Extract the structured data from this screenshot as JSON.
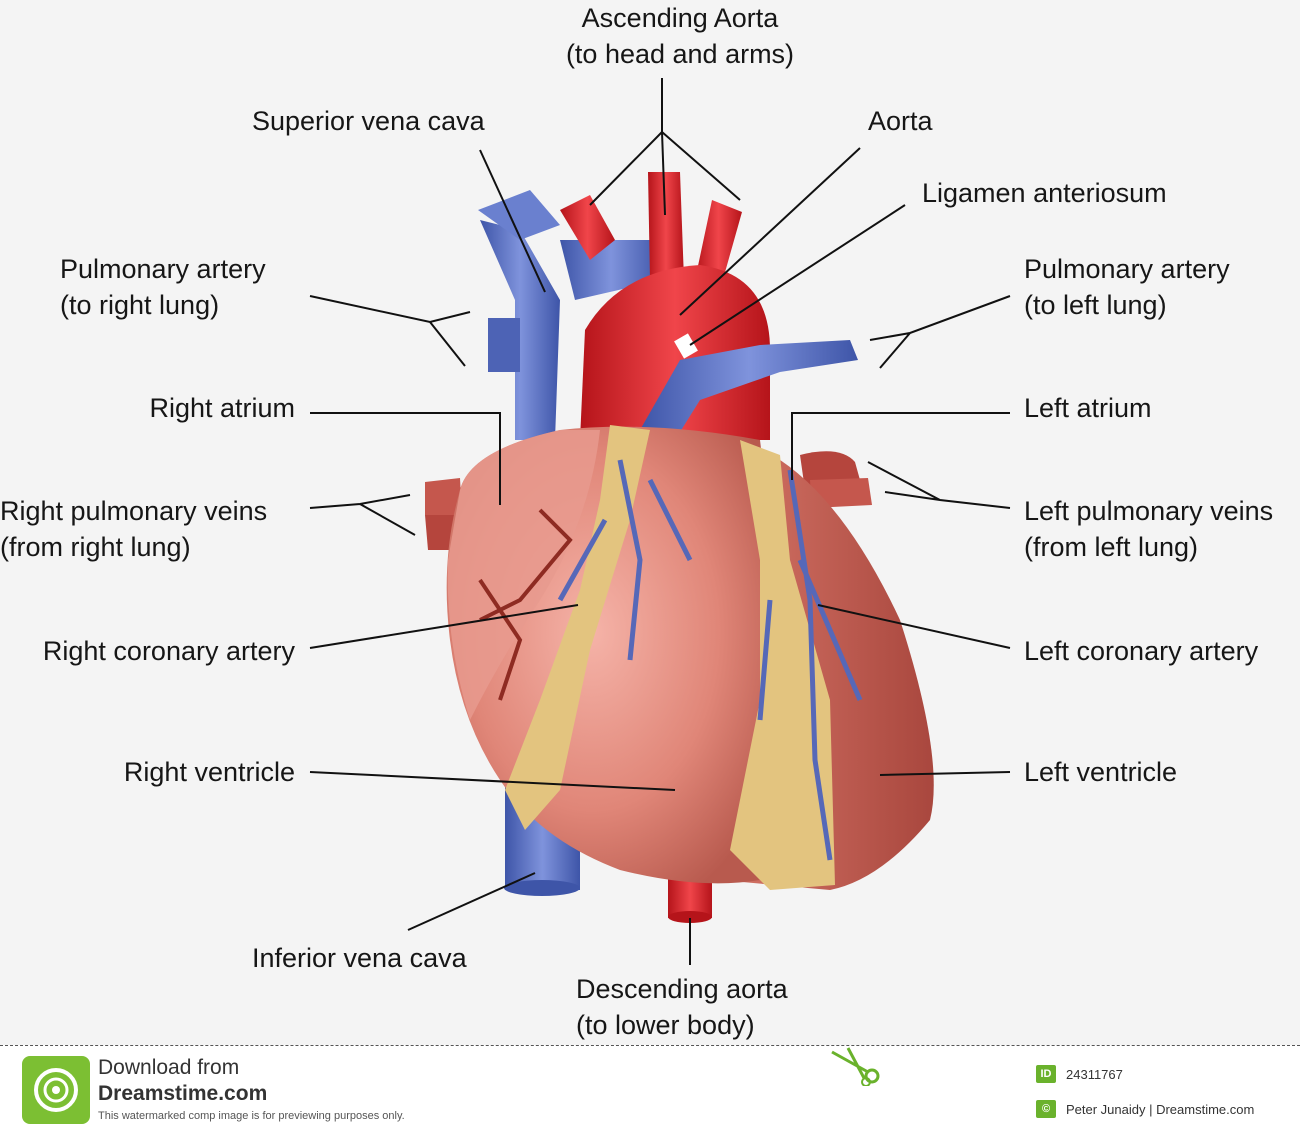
{
  "labels": {
    "ascending_aorta": [
      "Ascending Aorta",
      "(to head and arms)"
    ],
    "superior_vena_cava": [
      "Superior vena cava"
    ],
    "aorta": [
      "Aorta"
    ],
    "ligamen": [
      "Ligamen anteriosum"
    ],
    "pulm_artery_right": [
      "Pulmonary artery",
      "(to right lung)"
    ],
    "pulm_artery_left": [
      "Pulmonary artery",
      "(to left lung)"
    ],
    "right_atrium": [
      "Right atrium"
    ],
    "left_atrium": [
      "Left atrium"
    ],
    "right_pulm_veins": [
      "Right pulmonary veins",
      "(from right lung)"
    ],
    "left_pulm_veins": [
      "Left pulmonary veins",
      "(from left lung)"
    ],
    "right_coronary": [
      "Right coronary artery"
    ],
    "left_coronary": [
      "Left coronary artery"
    ],
    "right_ventricle": [
      "Right ventricle"
    ],
    "left_ventricle": [
      "Left ventricle"
    ],
    "inferior_vena_cava": [
      "Inferior vena cava"
    ],
    "descending_aorta": [
      "Descending aorta",
      "(to lower body)"
    ]
  },
  "footer": {
    "download_from": "Download from",
    "site": "Dreamstime.com",
    "notice": "This watermarked comp image is for previewing purposes only.",
    "id_badge": "ID",
    "id_value": "24311767",
    "copyright_badge": "©",
    "author": "Peter Junaidy | Dreamstime.com"
  },
  "colors": {
    "vein_blue": "#5b74c2",
    "artery_red": "#e0262a",
    "muscle": "#e0877c",
    "fat": "#e6c98a"
  }
}
